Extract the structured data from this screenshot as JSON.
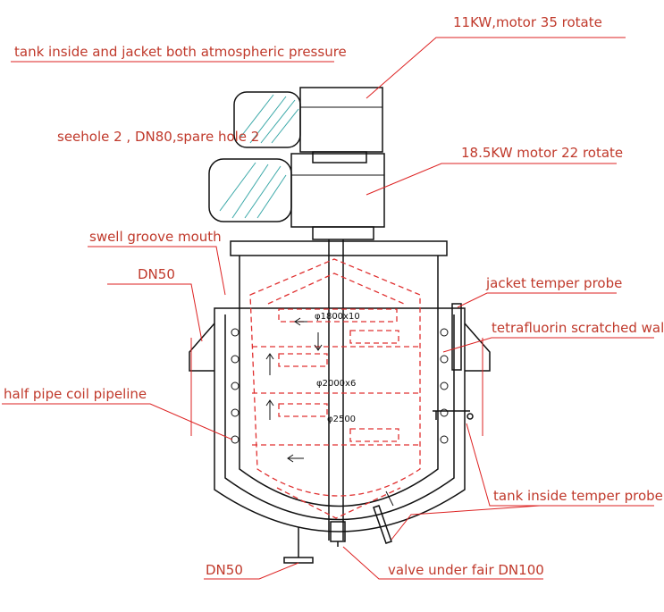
{
  "diagram": {
    "labels": {
      "motor_top": "11KW,motor 35 rotate",
      "pressure": "tank inside and jacket both atmospheric pressure",
      "seehole": "seehole 2 , DN80,spare hole 2",
      "motor_bottom": "18.5KW motor 22 rotate",
      "swell": "swell groove mouth",
      "dn50_top": "DN50",
      "jacket_probe": "jacket temper probe",
      "scratched_wall": "tetrafluorin scratched wall",
      "half_pipe": "half pipe coil pipeline",
      "inside_probe": "tank inside temper probe",
      "dn50_bottom": "DN50",
      "valve": "valve under fair DN100"
    },
    "dimensions": {
      "d1": "φ1800x10",
      "d2": "φ2000x6",
      "d3": "φ2500"
    },
    "colors": {
      "label": "#c0392b",
      "leader": "#dd2222",
      "outline": "#111111",
      "hatch": "#3aa8a8"
    }
  }
}
